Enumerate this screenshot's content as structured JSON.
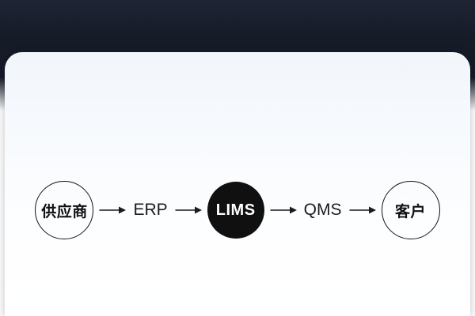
{
  "page": {
    "header_background_color": "#151a27",
    "card_background_color": "#f6f9fd"
  },
  "diagram": {
    "type": "flow",
    "sequence": "供应商 → ERP → LIMS → QMS → 客户",
    "nodes": [
      {
        "id": "supplier",
        "label": "供应商",
        "shape": "circle-outline",
        "border_color": "#141414",
        "text_color": "#111111"
      },
      {
        "id": "lims",
        "label": "LIMS",
        "shape": "circle-filled",
        "fill_color": "#101010",
        "text_color": "#ffffff"
      },
      {
        "id": "customer",
        "label": "客户",
        "shape": "circle-outline",
        "border_color": "#141414",
        "text_color": "#111111"
      }
    ],
    "edge_labels": [
      {
        "id": "erp",
        "label": "ERP"
      },
      {
        "id": "qms",
        "label": "QMS"
      }
    ],
    "arrow_color": "#1c1c1c"
  }
}
